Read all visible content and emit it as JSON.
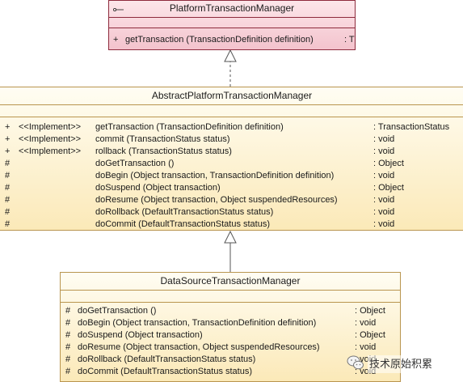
{
  "interface": {
    "name": "PlatformTransactionManager",
    "icon": "interface-lollipop-icon",
    "methods": [
      {
        "vis": "+",
        "sig": "getTransaction (TransactionDefinition definition)",
        "ret": ": T"
      }
    ]
  },
  "abstract_class": {
    "name": "AbstractPlatformTransactionManager",
    "methods": [
      {
        "vis": "+",
        "stereo": "<<Implement>>",
        "sig": "getTransaction (TransactionDefinition definition)",
        "ret": ": TransactionStatus"
      },
      {
        "vis": "+",
        "stereo": "<<Implement>>",
        "sig": "commit (TransactionStatus status)",
        "ret": ": void"
      },
      {
        "vis": "+",
        "stereo": "<<Implement>>",
        "sig": "rollback (TransactionStatus status)",
        "ret": ": void"
      },
      {
        "vis": "#",
        "stereo": "",
        "sig": "doGetTransaction ()",
        "ret": ": Object"
      },
      {
        "vis": "#",
        "stereo": "",
        "sig": "doBegin (Object transaction, TransactionDefinition definition)",
        "ret": ": void"
      },
      {
        "vis": "#",
        "stereo": "",
        "sig": "doSuspend (Object transaction)",
        "ret": ": Object"
      },
      {
        "vis": "#",
        "stereo": "",
        "sig": "doResume (Object transaction, Object suspendedResources)",
        "ret": ": void"
      },
      {
        "vis": "#",
        "stereo": "",
        "sig": "doRollback (DefaultTransactionStatus status)",
        "ret": ": void"
      },
      {
        "vis": "#",
        "stereo": "",
        "sig": "doCommit (DefaultTransactionStatus status)",
        "ret": ": void"
      }
    ]
  },
  "concrete_class": {
    "name": "DataSourceTransactionManager",
    "methods": [
      {
        "vis": "#",
        "sig": "doGetTransaction ()",
        "ret": ": Object"
      },
      {
        "vis": "#",
        "sig": "doBegin (Object transaction, TransactionDefinition definition)",
        "ret": ": void"
      },
      {
        "vis": "#",
        "sig": "doSuspend (Object transaction)",
        "ret": ": Object"
      },
      {
        "vis": "#",
        "sig": "doResume (Object transaction, Object suspendedResources)",
        "ret": ": void"
      },
      {
        "vis": "#",
        "sig": "doRollback (DefaultTransactionStatus status)",
        "ret": ": void"
      },
      {
        "vis": "#",
        "sig": "doCommit (DefaultTransactionStatus status)",
        "ret": ": void"
      }
    ]
  },
  "relations": [
    {
      "type": "realization",
      "from": "AbstractPlatformTransactionManager",
      "to": "PlatformTransactionManager"
    },
    {
      "type": "generalization",
      "from": "DataSourceTransactionManager",
      "to": "AbstractPlatformTransactionManager"
    }
  ],
  "watermark": {
    "icon": "wechat-icon",
    "text": "技术原始积累"
  }
}
